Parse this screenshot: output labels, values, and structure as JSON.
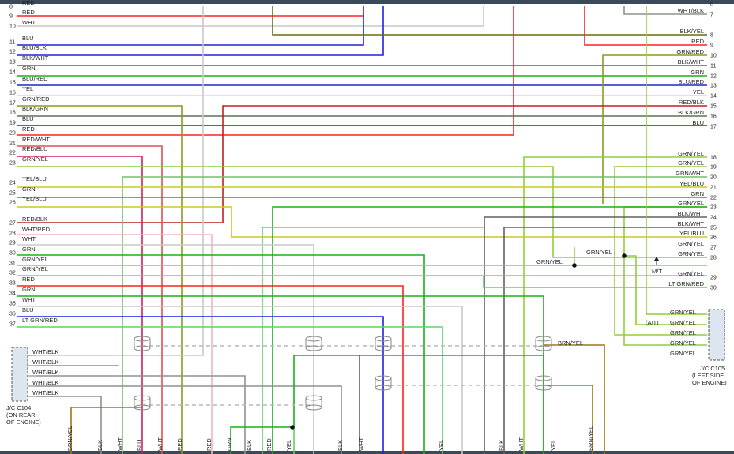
{
  "colors": {
    "RED": "#ff2020",
    "WHT": "#c8c8c8",
    "BLU": "#2020e0",
    "BLK": "#606060",
    "GRN": "#18b018",
    "YEL": "#f4f400",
    "LTGRN": "#5ed45e",
    "GRNYEL": "#8fd03a",
    "BLKYEL": "#6b6b10",
    "GRNRED": "#8a9a20",
    "BLKGRN": "#557755",
    "REDWHT": "#e05050",
    "REDBLU": "#d02060",
    "YELBLU": "#c8c820",
    "REDBLK": "#c02020",
    "WHTRED": "#f0b8b8",
    "WHTBLK": "#909090",
    "GRNWHT": "#70c070",
    "BRNYEL": "#a07810",
    "DASH": "#b8b8b8"
  },
  "left_pins": [
    {
      "num": "8",
      "label": "RED",
      "color": "RED"
    },
    {
      "num": "9",
      "label": "RED",
      "color": "RED"
    },
    {
      "num": "10",
      "label": "WHT",
      "color": "WHT"
    },
    {
      "num": "11",
      "label": "BLU",
      "color": "BLU"
    },
    {
      "num": "12",
      "label": "BLU/BLK",
      "color": "BLU"
    },
    {
      "num": "13",
      "label": "BLK/WHT",
      "color": "BLK"
    },
    {
      "num": "14",
      "label": "GRN",
      "color": "GRN"
    },
    {
      "num": "15",
      "label": "BLU/RED",
      "color": "BLU"
    },
    {
      "num": "16",
      "label": "YEL",
      "color": "YEL"
    },
    {
      "num": "17",
      "label": "GRN/RED",
      "color": "GRNRED"
    },
    {
      "num": "18",
      "label": "BLK/GRN",
      "color": "BLKGRN"
    },
    {
      "num": "19",
      "label": "BLU",
      "color": "BLU"
    },
    {
      "num": "20",
      "label": "RED",
      "color": "RED"
    },
    {
      "num": "21",
      "label": "RED/WHT",
      "color": "REDWHT"
    },
    {
      "num": "22",
      "label": "RED/BLU",
      "color": "REDBLU"
    },
    {
      "num": "23",
      "label": "GRN/YEL",
      "color": "GRNYEL"
    },
    {
      "num": "24",
      "label": "YEL/BLU",
      "color": "YELBLU"
    },
    {
      "num": "25",
      "label": "GRN",
      "color": "GRN"
    },
    {
      "num": "26",
      "label": "YEL/BLU",
      "color": "YELBLU"
    },
    {
      "num": "27",
      "label": "RED/BLK",
      "color": "REDBLK"
    },
    {
      "num": "28",
      "label": "WHT/RED",
      "color": "WHTRED"
    },
    {
      "num": "29",
      "label": "WHT",
      "color": "WHT"
    },
    {
      "num": "30",
      "label": "GRN",
      "color": "GRN"
    },
    {
      "num": "31",
      "label": "GRN/YEL",
      "color": "GRNYEL"
    },
    {
      "num": "32",
      "label": "GRN/YEL",
      "color": "GRNYEL"
    },
    {
      "num": "33",
      "label": "RED",
      "color": "RED"
    },
    {
      "num": "34",
      "label": "GRN",
      "color": "GRN"
    },
    {
      "num": "35",
      "label": "WHT",
      "color": "WHT"
    },
    {
      "num": "36",
      "label": "BLU",
      "color": "BLU"
    },
    {
      "num": "37",
      "label": "LT GRN/RED",
      "color": "LTGRN"
    }
  ],
  "right_pins": [
    {
      "num": "6",
      "label": "",
      "color": "WHT"
    },
    {
      "num": "7",
      "label": "WHT/BLK",
      "color": "WHTBLK"
    },
    {
      "num": "8",
      "label": "BLK/YEL",
      "color": "BLKYEL"
    },
    {
      "num": "9",
      "label": "RED",
      "color": "RED"
    },
    {
      "num": "10",
      "label": "GRN/RED",
      "color": "GRNRED"
    },
    {
      "num": "11",
      "label": "BLK/WHT",
      "color": "BLK"
    },
    {
      "num": "12",
      "label": "GRN",
      "color": "GRN"
    },
    {
      "num": "13",
      "label": "BLU/RED",
      "color": "BLU"
    },
    {
      "num": "14",
      "label": "YEL",
      "color": "YEL"
    },
    {
      "num": "15",
      "label": "RED/BLK",
      "color": "REDBLK"
    },
    {
      "num": "16",
      "label": "BLK/GRN",
      "color": "BLKGRN"
    },
    {
      "num": "17",
      "label": "BLU",
      "color": "BLU"
    },
    {
      "num": "18",
      "label": "GRN/YEL",
      "color": "GRNYEL"
    },
    {
      "num": "19",
      "label": "GRN/YEL",
      "color": "GRNYEL"
    },
    {
      "num": "20",
      "label": "GRN/WHT",
      "color": "GRNWHT"
    },
    {
      "num": "21",
      "label": "YEL/BLU",
      "color": "YELBLU"
    },
    {
      "num": "22",
      "label": "GRN",
      "color": "GRN"
    },
    {
      "num": "23",
      "label": "GRN/YEL",
      "color": "GRNYEL"
    },
    {
      "num": "24",
      "label": "BLK/WHT",
      "color": "BLK"
    },
    {
      "num": "25",
      "label": "BLK/WHT",
      "color": "BLK"
    },
    {
      "num": "26",
      "label": "YEL/BLU",
      "color": "YELBLU"
    },
    {
      "num": "27",
      "label": "GRN/YEL",
      "color": "GRNYEL"
    },
    {
      "num": "28",
      "label": "GRN/YEL",
      "color": "GRNYEL"
    },
    {
      "num": "29",
      "label": "GRN/YEL",
      "color": "GRNYEL"
    },
    {
      "num": "30",
      "label": "LT GRN/RED",
      "color": "LTGRN"
    }
  ],
  "c104": {
    "pins": [
      "WHT/BLK",
      "WHT/BLK",
      "WHT/BLK",
      "WHT/BLK",
      "WHT/BLK"
    ],
    "caption": [
      "J/C C104",
      "(ON REAR",
      "OF ENGINE)"
    ]
  },
  "c105": {
    "pins": [
      "GRN/YEL",
      "GRN/YEL",
      "GRN/YEL",
      "GRN/YEL",
      "GRN/YEL"
    ],
    "at_label": "(A/T)",
    "caption": [
      "J/C C105",
      "(LEFT SIDE",
      "OF ENGINE)"
    ]
  },
  "mid_labels": {
    "grn_yel_a": "GRN/YEL",
    "grn_yel_b": "GRN/YEL",
    "mt": "M/T",
    "brn_yel": "BRN/YEL"
  },
  "bottom_labels": [
    "BRN/YEL",
    "BLK",
    "WHT",
    "BLU",
    "WHT",
    "RED",
    "RED",
    "GRN",
    "BLK",
    "RED",
    "YEL",
    "BLK",
    "WHT",
    "YEL",
    "BLK",
    "WHT",
    "YEL",
    "BRN/YEL"
  ]
}
